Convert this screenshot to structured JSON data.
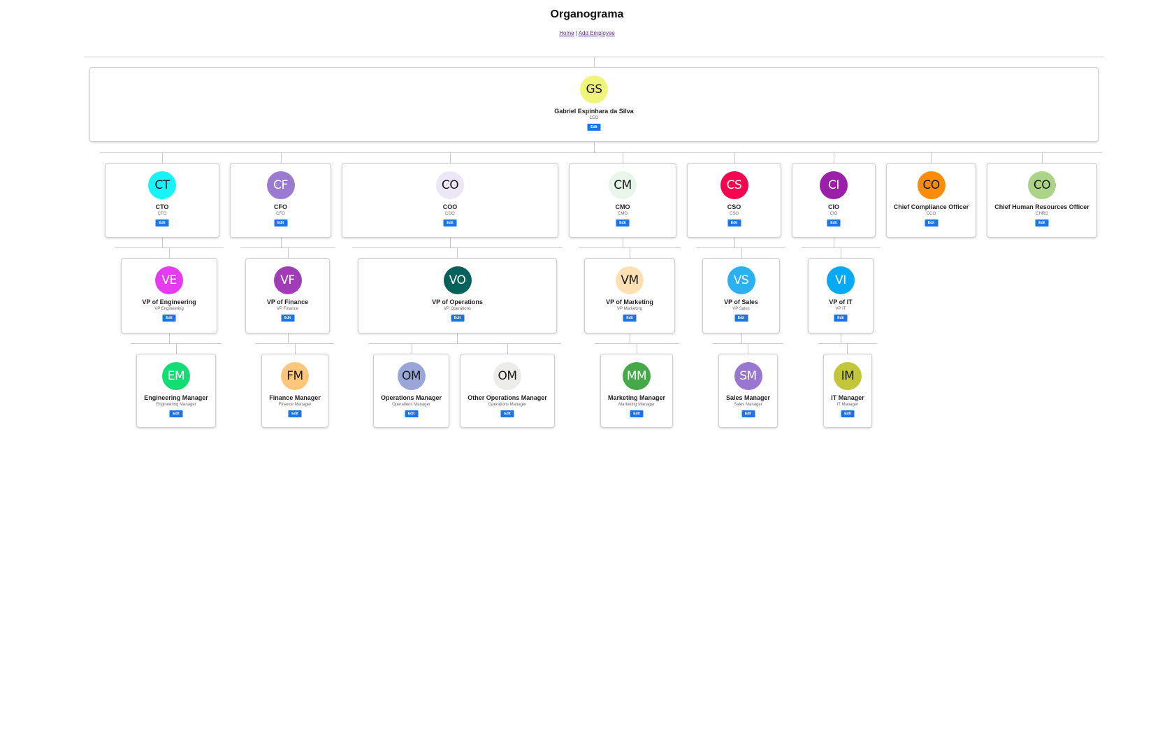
{
  "page": {
    "title": "Organograma",
    "nav": {
      "home": "Home",
      "separator": "|",
      "add_employee": "Add Employee"
    }
  },
  "edit_label": "Edit",
  "employees": {
    "ceo": {
      "initials": "GS",
      "name": "Gabriel Espinhara da Silva",
      "role": "CEO",
      "color": "#f0f57a"
    },
    "cto": {
      "initials": "CT",
      "name": "CTO",
      "role": "CTO",
      "color": "#17f3f9"
    },
    "cfo": {
      "initials": "CF",
      "name": "CFO",
      "role": "CFO",
      "color": "#9b7ad1"
    },
    "coo": {
      "initials": "CO",
      "name": "COO",
      "role": "COO",
      "color": "#ece6f7"
    },
    "cmo": {
      "initials": "CM",
      "name": "CMO",
      "role": "CMO",
      "color": "#e8f5e9"
    },
    "cso": {
      "initials": "CS",
      "name": "CSO",
      "role": "CSO",
      "color": "#f5074f"
    },
    "cio": {
      "initials": "CI",
      "name": "CIO",
      "role": "CIO",
      "color": "#9b1fa9"
    },
    "cco": {
      "initials": "CO",
      "name": "Chief Compliance Officer",
      "role": "CCO",
      "color": "#fb8c0a"
    },
    "chro": {
      "initials": "CO",
      "name": "Chief Human Resources Officer",
      "role": "CHRO",
      "color": "#acd487"
    },
    "vp_eng": {
      "initials": "VE",
      "name": "VP of Engineering",
      "role": "VP Engineering",
      "color": "#e33cf0"
    },
    "vp_fin": {
      "initials": "VF",
      "name": "VP of Finance",
      "role": "VP Finance",
      "color": "#a03cb5"
    },
    "vp_ops": {
      "initials": "VO",
      "name": "VP of Operations",
      "role": "VP Operations",
      "color": "#06605b"
    },
    "vp_mkt": {
      "initials": "VM",
      "name": "VP of Marketing",
      "role": "VP Marketing",
      "color": "#fde0b4"
    },
    "vp_sales": {
      "initials": "VS",
      "name": "VP of Sales",
      "role": "VP Sales",
      "color": "#2bb1ef"
    },
    "vp_it": {
      "initials": "VI",
      "name": "VP of IT",
      "role": "VP IT",
      "color": "#06a9f3"
    },
    "eng_mgr": {
      "initials": "EM",
      "name": "Engineering Manager",
      "role": "Engineering Manager",
      "color": "#12dd72"
    },
    "fin_mgr": {
      "initials": "FM",
      "name": "Finance Manager",
      "role": "Finance Manager",
      "color": "#fdc77b"
    },
    "ops_mgr": {
      "initials": "OM",
      "name": "Operations Manager",
      "role": "Operations Manager",
      "color": "#9aa6d8"
    },
    "other_ops_mgr": {
      "initials": "OM",
      "name": "Other Operations Manager",
      "role": "Operations Manager",
      "color": "#ecebe8"
    },
    "mkt_mgr": {
      "initials": "MM",
      "name": "Marketing Manager",
      "role": "Marketing Manager",
      "color": "#45a849"
    },
    "sales_mgr": {
      "initials": "SM",
      "name": "Sales Manager",
      "role": "Sales Manager",
      "color": "#9876d2"
    },
    "it_mgr": {
      "initials": "IM",
      "name": "IT Manager",
      "role": "IT Manager",
      "color": "#c2c639"
    }
  }
}
